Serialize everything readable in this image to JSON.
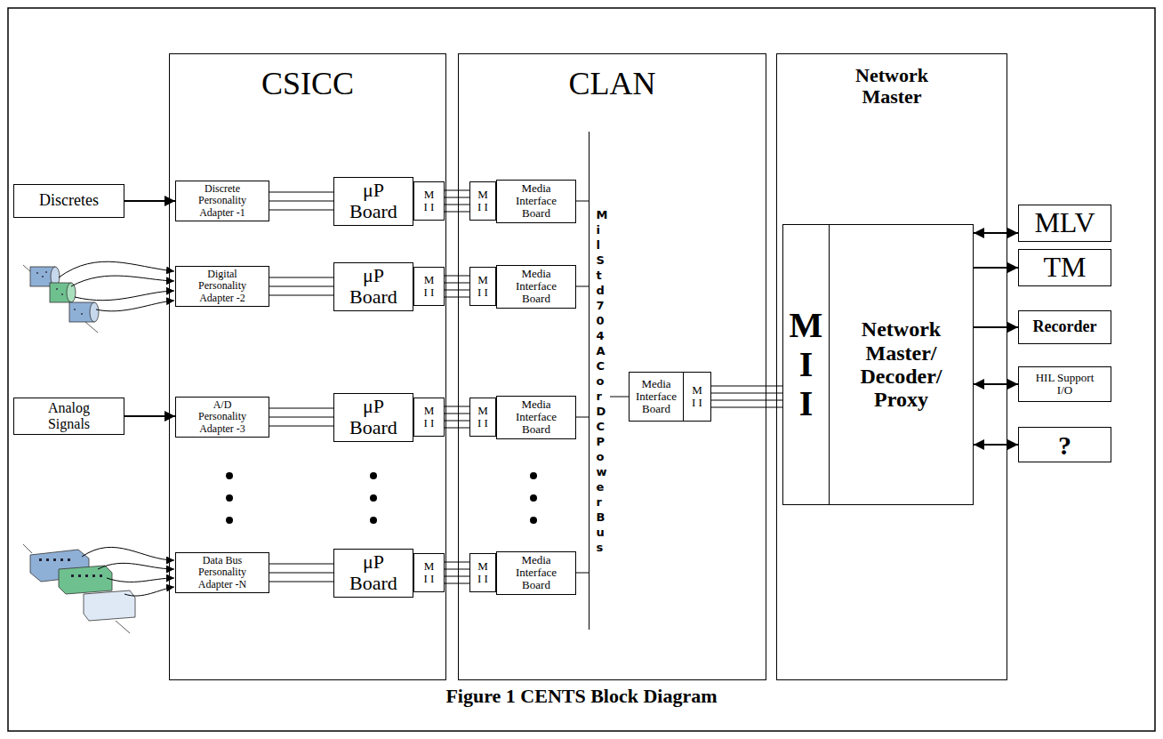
{
  "diagram": {
    "caption": "Figure 1 CENTS Block Diagram",
    "nodes": [
      {
        "text": [
          "CSICC"
        ]
      },
      {
        "text": [
          "Discrete Personality Adapter -1"
        ],
        "in": 0
      },
      {
        "text": [
          "μP Board"
        ],
        "in": 0
      },
      {
        "text": [
          "M I I"
        ],
        "in": 0
      },
      {
        "text": [
          "Digital Personality Adapter -2"
        ],
        "in": 0
      },
      {
        "text": [
          "μP Board"
        ],
        "in": 0
      },
      {
        "text": [
          "M I I"
        ],
        "in": 0
      },
      {
        "text": [
          "A/D Personality Adapter -3"
        ],
        "in": 0
      },
      {
        "text": [
          "μP Board"
        ],
        "in": 0
      },
      {
        "text": [
          "M I I"
        ],
        "in": 0
      },
      {
        "text": [
          "Data Bus Personality Adapter -N"
        ],
        "in": 0
      },
      {
        "text": [
          "μP Board"
        ],
        "in": 0
      },
      {
        "text": [
          "M I I"
        ],
        "in": 0
      },
      {
        "text": [
          "CLAN"
        ]
      },
      {
        "text": [
          "M I I"
        ],
        "in": 13
      },
      {
        "text": [
          "Media Interface Board"
        ],
        "in": 13
      },
      {
        "text": [
          "M I I"
        ],
        "in": 13
      },
      {
        "text": [
          "Media Interface Board"
        ],
        "in": 13
      },
      {
        "text": [
          "M I I"
        ],
        "in": 13
      },
      {
        "text": [
          "Media Interface Board"
        ],
        "in": 13
      },
      {
        "text": [
          "M I I"
        ],
        "in": 13
      },
      {
        "text": [
          "Media Interface Board"
        ],
        "in": 13
      },
      {
        "text": [
          "Mil Std 704 AC or DC Power Bus"
        ],
        "in": 13
      },
      {
        "text": [
          "Media Interface Board"
        ],
        "in": 13
      },
      {
        "text": [
          "M I I"
        ],
        "in": 13
      },
      {
        "text": [
          "Network Master"
        ]
      },
      {
        "text": [
          "Network Master/ Decoder/ Proxy"
        ],
        "in": 25
      },
      {
        "text": [
          "M I I"
        ],
        "in": 26
      },
      {
        "text": [
          "Discretes"
        ]
      },
      {
        "text": [
          "Analog Signals"
        ]
      },
      {
        "text": [
          "MLV"
        ]
      },
      {
        "text": [
          "TM"
        ]
      },
      {
        "text": [
          "Recorder"
        ]
      },
      {
        "text": [
          "HIL Support I/O"
        ]
      },
      {
        "text": [
          "?"
        ]
      }
    ],
    "edges": [
      {
        "from": 28,
        "to": 1,
        "arrow": "to"
      },
      {
        "from": 29,
        "to": 7,
        "arrow": "to"
      },
      {
        "from": 1,
        "to": 2,
        "arrow": "none"
      },
      {
        "from": 4,
        "to": 5,
        "arrow": "none"
      },
      {
        "from": 7,
        "to": 8,
        "arrow": "none"
      },
      {
        "from": 10,
        "to": 11,
        "arrow": "none"
      },
      {
        "from": 3,
        "to": 14,
        "arrow": "none"
      },
      {
        "from": 6,
        "to": 16,
        "arrow": "none"
      },
      {
        "from": 9,
        "to": 18,
        "arrow": "none"
      },
      {
        "from": 12,
        "to": 20,
        "arrow": "none"
      },
      {
        "from": 15,
        "to": 22,
        "arrow": "none"
      },
      {
        "from": 17,
        "to": 22,
        "arrow": "none"
      },
      {
        "from": 19,
        "to": 22,
        "arrow": "none"
      },
      {
        "from": 21,
        "to": 22,
        "arrow": "none"
      },
      {
        "from": 22,
        "to": 23,
        "arrow": "none"
      },
      {
        "from": 24,
        "to": 27,
        "arrow": "none"
      },
      {
        "from": 26,
        "to": 30,
        "arrow": "both"
      },
      {
        "from": 26,
        "to": 31,
        "arrow": "to"
      },
      {
        "from": 26,
        "to": 32,
        "arrow": "to"
      },
      {
        "from": 26,
        "to": 33,
        "arrow": "both"
      },
      {
        "from": 26,
        "to": 34,
        "arrow": "both"
      }
    ]
  }
}
